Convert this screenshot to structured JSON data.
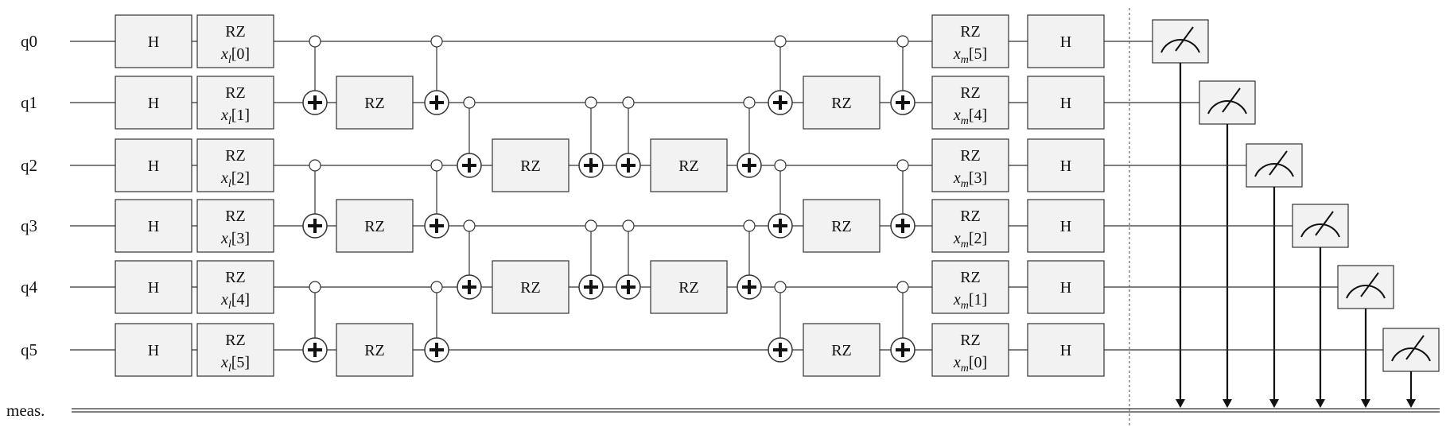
{
  "qubits": [
    {
      "label": "q0",
      "encode": "x",
      "encode_sub": "l",
      "encode_idx": "[0]",
      "decode_sub": "m",
      "decode_idx": "[5]"
    },
    {
      "label": "q1",
      "encode": "x",
      "encode_sub": "l",
      "encode_idx": "[1]",
      "decode_sub": "m",
      "decode_idx": "[4]"
    },
    {
      "label": "q2",
      "encode": "x",
      "encode_sub": "l",
      "encode_idx": "[2]",
      "decode_sub": "m",
      "decode_idx": "[3]"
    },
    {
      "label": "q3",
      "encode": "x",
      "encode_sub": "l",
      "encode_idx": "[3]",
      "decode_sub": "m",
      "decode_idx": "[2]"
    },
    {
      "label": "q4",
      "encode": "x",
      "encode_sub": "l",
      "encode_idx": "[4]",
      "decode_sub": "m",
      "decode_idx": "[1]"
    },
    {
      "label": "q5",
      "encode": "x",
      "encode_sub": "l",
      "encode_idx": "[5]",
      "decode_sub": "m",
      "decode_idx": "[0]"
    }
  ],
  "classical_register": "meas.",
  "gate_labels": {
    "hadamard": "H",
    "rotation": "RZ"
  },
  "stages": [
    {
      "type": "cx",
      "control": 0,
      "target": 1
    },
    {
      "type": "cx",
      "control": 2,
      "target": 3
    },
    {
      "type": "cx",
      "control": 4,
      "target": 5
    },
    {
      "type": "rz",
      "qubit": 1
    },
    {
      "type": "rz",
      "qubit": 3
    },
    {
      "type": "rz",
      "qubit": 5
    },
    {
      "type": "cx",
      "control": 0,
      "target": 1
    },
    {
      "type": "cx",
      "control": 2,
      "target": 3
    },
    {
      "type": "cx",
      "control": 4,
      "target": 5
    },
    {
      "type": "cx",
      "control": 1,
      "target": 2
    },
    {
      "type": "cx",
      "control": 3,
      "target": 4
    },
    {
      "type": "rz",
      "qubit": 2
    },
    {
      "type": "rz",
      "qubit": 4
    },
    {
      "type": "cx",
      "control": 1,
      "target": 2
    },
    {
      "type": "cx",
      "control": 3,
      "target": 4
    }
  ],
  "measure_icon": "meter-icon",
  "colors": {
    "gate_fill": "#f2f2f2",
    "line": "#333333"
  }
}
